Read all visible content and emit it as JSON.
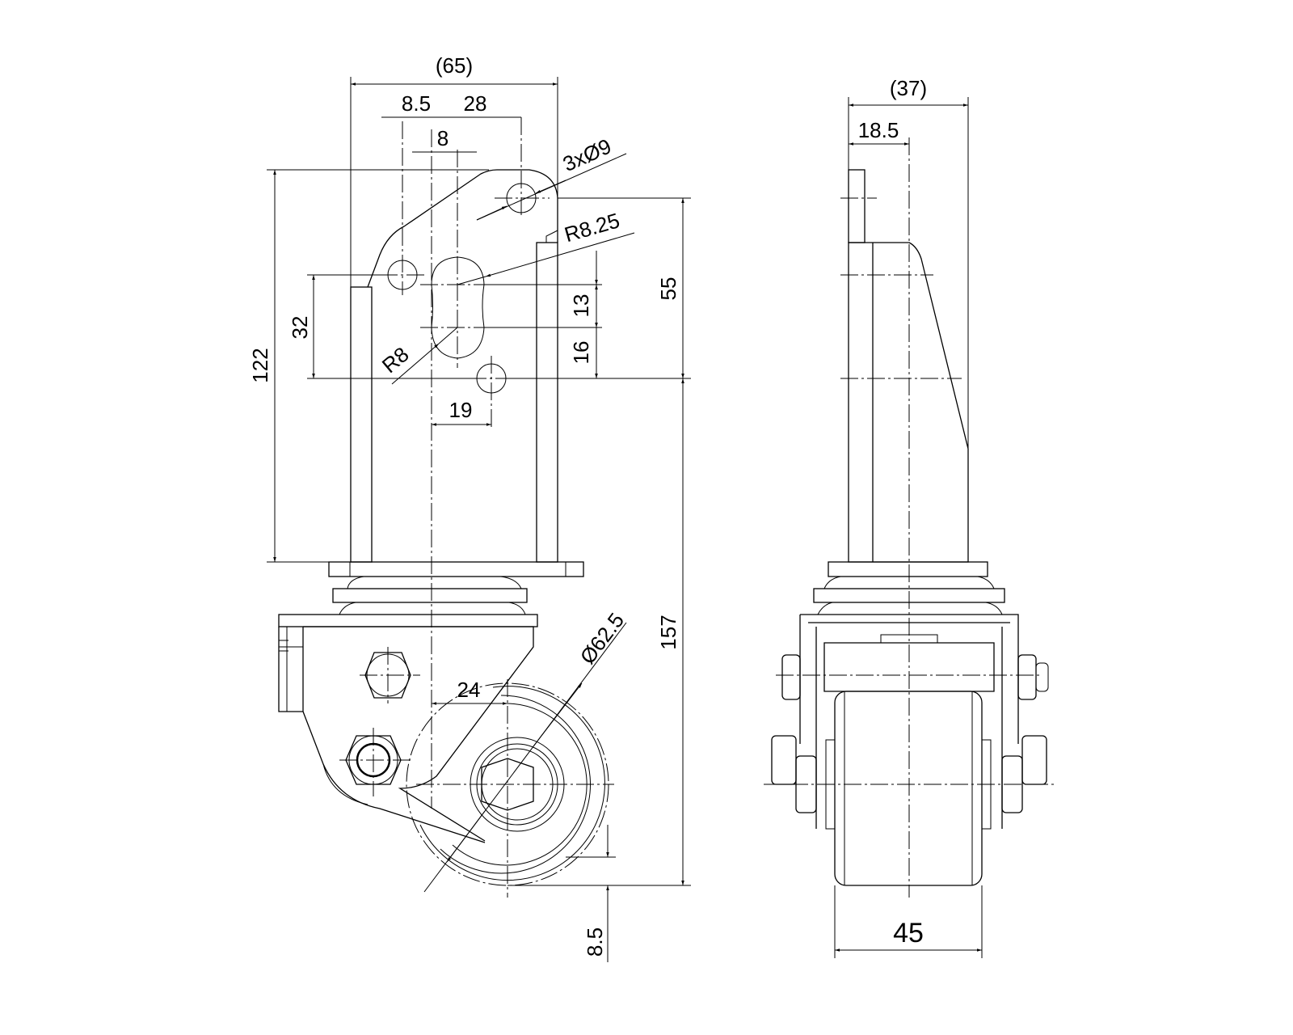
{
  "drawing": {
    "front_view": {
      "overall_width": "(65)",
      "hole_offset_a": "8.5",
      "hole_spacing": "28",
      "slot_offset": "8",
      "holes": "3xØ9",
      "slot_radius_outer": "R8.25",
      "slot_radius_inner": "R8",
      "plate_height": "122",
      "hole_vertical": "32",
      "hole_height": "55",
      "slot_length": "13",
      "slot_to_hole": "16",
      "hole_offset_b": "19",
      "total_height": "157",
      "wheel_diameter": "Ø62.5",
      "swivel_offset": "24",
      "ground_clearance": "8.5"
    },
    "side_view": {
      "overall_depth": "(37)",
      "plate_offset": "18.5",
      "wheel_width": "45"
    }
  }
}
